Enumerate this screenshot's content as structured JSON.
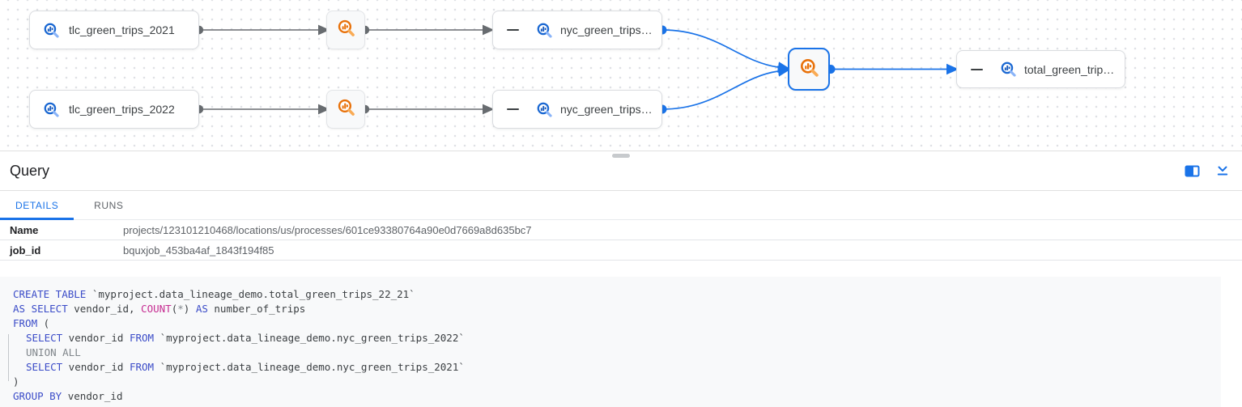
{
  "colors": {
    "accent_blue": "#1a73e8",
    "node_border": "#dadce0",
    "edge_gray": "#686c70",
    "icon_orange": "#e8710a",
    "sql_keyword": "#3b4cc8",
    "sql_function": "#c62d92",
    "sql_muted": "#80868b",
    "code_background": "#f8f9fa"
  },
  "graph": {
    "nodes": [
      {
        "label": "tlc_green_trips_2021",
        "icon": "bigquery-table-icon"
      },
      {
        "label": "tlc_green_trips_2022",
        "icon": "bigquery-table-icon"
      },
      {
        "label": "nyc_green_trips…",
        "icon": "bigquery-table-icon",
        "collapse_toggle": true
      },
      {
        "label": "nyc_green_trips…",
        "icon": "bigquery-table-icon",
        "collapse_toggle": true
      },
      {
        "label": "total_green_trip…",
        "icon": "bigquery-table-icon",
        "collapse_toggle": true
      }
    ],
    "process_nodes": [
      {
        "icon": "query-process-icon",
        "selected": false
      },
      {
        "icon": "query-process-icon",
        "selected": false
      },
      {
        "icon": "query-process-icon",
        "selected": true
      }
    ]
  },
  "panel": {
    "title": "Query",
    "icons": [
      {
        "name": "open-in-side-panel-icon"
      },
      {
        "name": "collapse-panel-icon"
      }
    ],
    "tabs": [
      {
        "label": "DETAILS",
        "active": true
      },
      {
        "label": "RUNS",
        "active": false
      }
    ],
    "fields": [
      {
        "label": "Name",
        "value": "projects/123101210468/locations/us/processes/601ce93380764a90e0d7669a8d635bc7"
      },
      {
        "label": "job_id",
        "value": "bquxjob_453ba4af_1843f194f85"
      }
    ]
  },
  "sql": {
    "lines": [
      {
        "indent": 0,
        "tokens": [
          [
            "kw",
            "CREATE TABLE"
          ],
          [
            "pl",
            " `myproject.data_lineage_demo.total_green_trips_22_21`"
          ]
        ]
      },
      {
        "indent": 0,
        "tokens": [
          [
            "kw",
            "AS SELECT"
          ],
          [
            "pl",
            " vendor_id, "
          ],
          [
            "fn",
            "COUNT"
          ],
          [
            "pl",
            "("
          ],
          [
            "gr",
            "*"
          ],
          [
            "pl",
            ") "
          ],
          [
            "kw",
            "AS"
          ],
          [
            "pl",
            " number_of_trips"
          ]
        ]
      },
      {
        "indent": 0,
        "tokens": [
          [
            "kw",
            "FROM"
          ],
          [
            "pl",
            " ("
          ]
        ]
      },
      {
        "indent": 1,
        "tokens": [
          [
            "kw",
            "SELECT"
          ],
          [
            "pl",
            " vendor_id "
          ],
          [
            "kw",
            "FROM"
          ],
          [
            "pl",
            " `myproject.data_lineage_demo.nyc_green_trips_2022`"
          ]
        ]
      },
      {
        "indent": 1,
        "tokens": [
          [
            "gr",
            "UNION ALL"
          ]
        ]
      },
      {
        "indent": 1,
        "tokens": [
          [
            "kw",
            "SELECT"
          ],
          [
            "pl",
            " vendor_id "
          ],
          [
            "kw",
            "FROM"
          ],
          [
            "pl",
            " `myproject.data_lineage_demo.nyc_green_trips_2021`"
          ]
        ]
      },
      {
        "indent": 0,
        "tokens": [
          [
            "pl",
            ")"
          ]
        ]
      },
      {
        "indent": 0,
        "tokens": [
          [
            "kw",
            "GROUP BY"
          ],
          [
            "pl",
            " vendor_id"
          ]
        ]
      }
    ]
  }
}
